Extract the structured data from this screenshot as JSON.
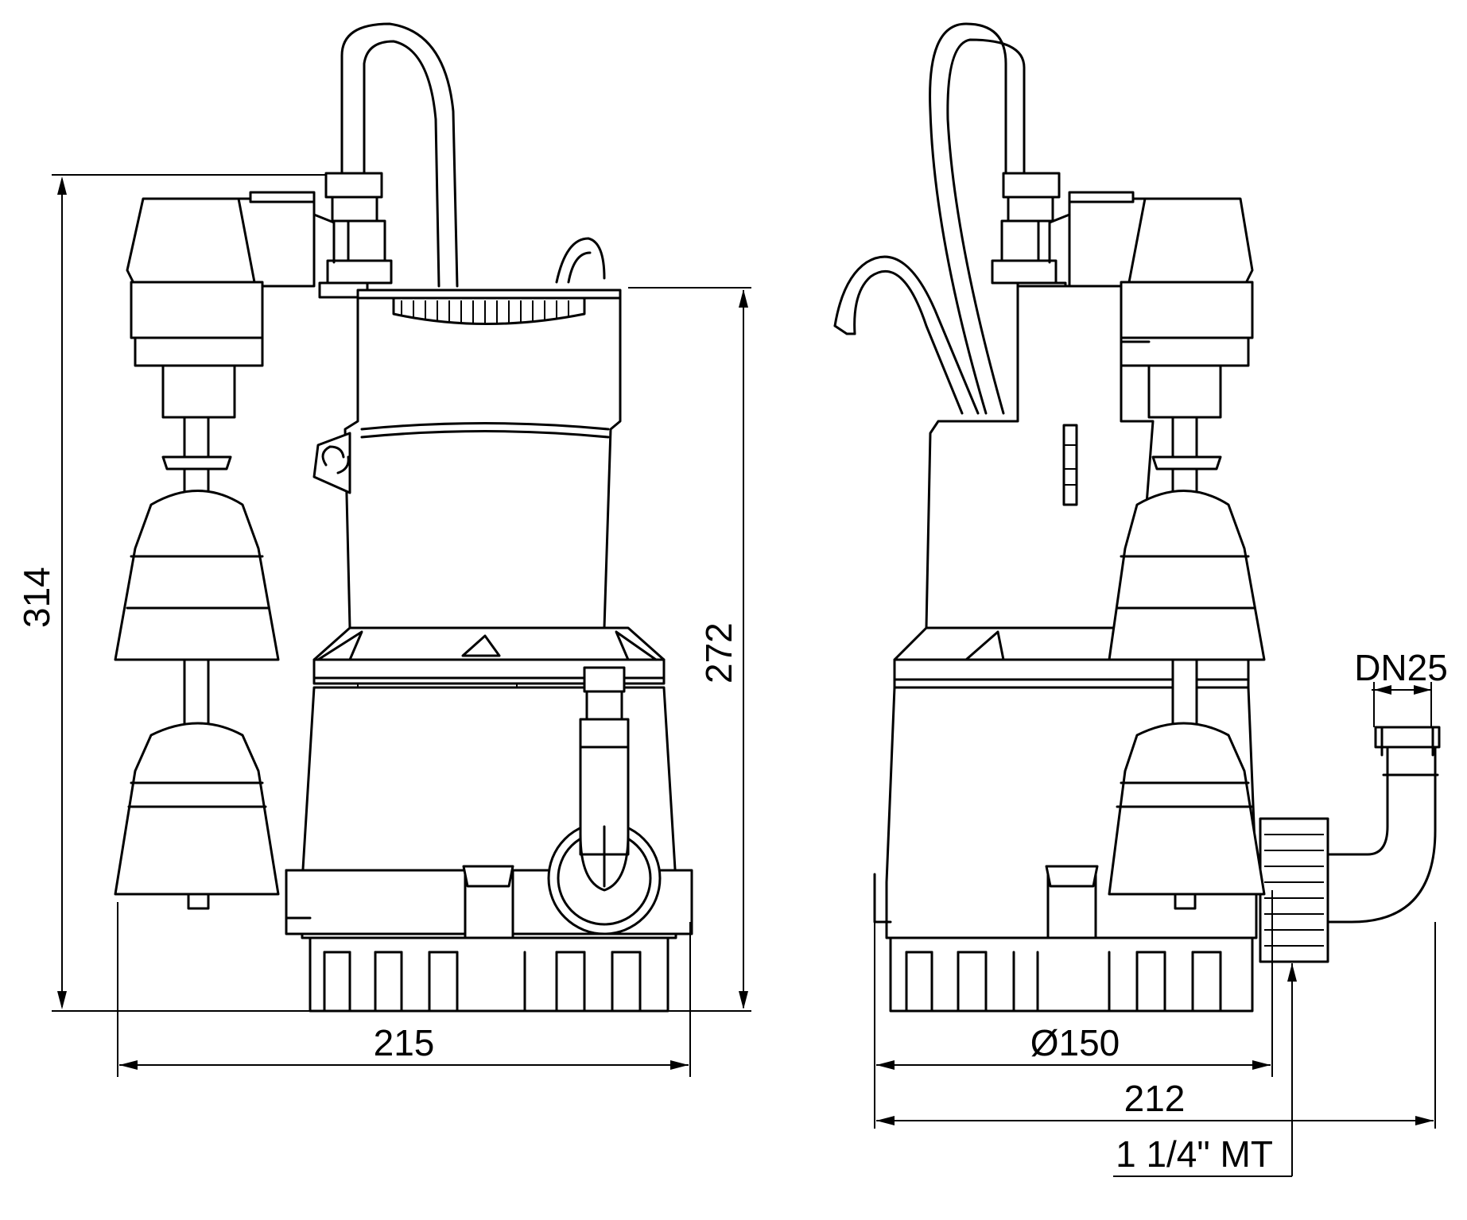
{
  "dimensions": {
    "overall_height": "314",
    "body_height": "272",
    "front_width": "215",
    "diameter": "Ø150",
    "side_width": "212",
    "outlet_size": "DN25",
    "thread": "1 1/4\" MT"
  }
}
